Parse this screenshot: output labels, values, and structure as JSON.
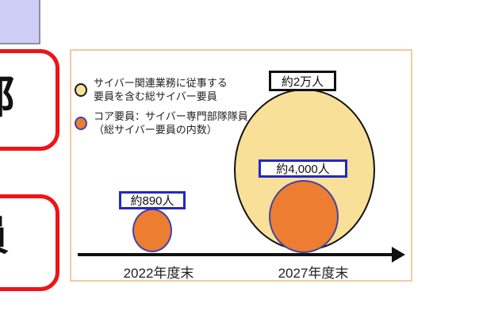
{
  "panel": {
    "border_color": "#f2c9a2",
    "background": "#ffffff"
  },
  "decorations": {
    "lavender_rect_color": "#cdcdf5",
    "red_callout_border_color": "#ee1418",
    "red_callout_top_partial_text": "部",
    "red_callout_bottom_partial_text": "員"
  },
  "legend": {
    "items": [
      {
        "swatch": "yellow-circle",
        "swatch_fill": "#f8e098",
        "swatch_border": "#1a1a1a",
        "line1": "サイバー関連業務に従事する",
        "line2": "要員を含む総サイバー要員"
      },
      {
        "swatch": "orange-circle",
        "swatch_fill": "#ed7d31",
        "swatch_border": "#4343a8",
        "line1": "コア要員：サイバー専門部隊隊員",
        "line2": "（総サイバー要員の内数）"
      }
    ]
  },
  "annotations": {
    "total_2027": "約2万人",
    "core_2027": "約4,000人",
    "core_2022": "約890人"
  },
  "axis": {
    "label_2022": "2022年度末",
    "label_2027": "2027年度末"
  },
  "chart_data": {
    "type": "bubble",
    "title": "",
    "categories": [
      "2022年度末",
      "2027年度末"
    ],
    "series": [
      {
        "name": "サイバー関連業務に従事する要員を含む総サイバー要員",
        "color": "#f8e098",
        "values": [
          null,
          20000
        ],
        "labels": [
          null,
          "約2万人"
        ]
      },
      {
        "name": "コア要員：サイバー専門部隊隊員（総サイバー要員の内数）",
        "color": "#ed7d31",
        "values": [
          890,
          4000
        ],
        "labels": [
          "約890人",
          "約4,000人"
        ]
      }
    ],
    "xlabel": "",
    "ylabel": "",
    "legend_position": "top-left",
    "grid": false,
    "axis_style": "horizontal-arrow-timeline"
  }
}
